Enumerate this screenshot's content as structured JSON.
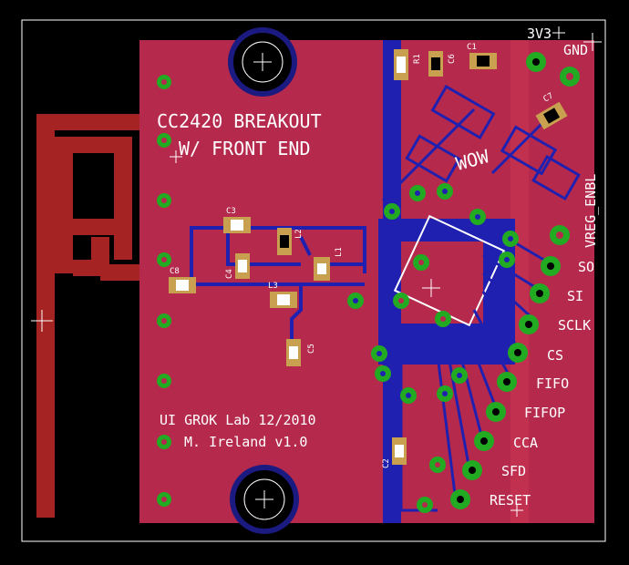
{
  "board": {
    "title_line1": "CC2420 BREAKOUT",
    "title_line2": "W/ FRONT END",
    "credit_line1": "UI GROK Lab 12/2010",
    "credit_line2": "M. Ireland  v1.0",
    "graphic_label": "WOW"
  },
  "pins": [
    "3V3",
    "GND",
    "VREG_ENBL",
    "SO",
    "SI",
    "SCLK",
    "CS",
    "FIFO",
    "FIFOP",
    "CCA",
    "SFD",
    "RESET"
  ],
  "components": [
    "C1",
    "R1",
    "C6",
    "C7",
    "C3",
    "C4",
    "L2",
    "L1",
    "C8",
    "L3",
    "C5",
    "C2"
  ],
  "colors": {
    "background": "#000000",
    "top_copper": "#b5294d",
    "bottom_copper": "#2020b0",
    "antenna": "#a52323",
    "via": "#22aa22",
    "pad": "#c8a050",
    "silkscreen": "#ffffff"
  }
}
